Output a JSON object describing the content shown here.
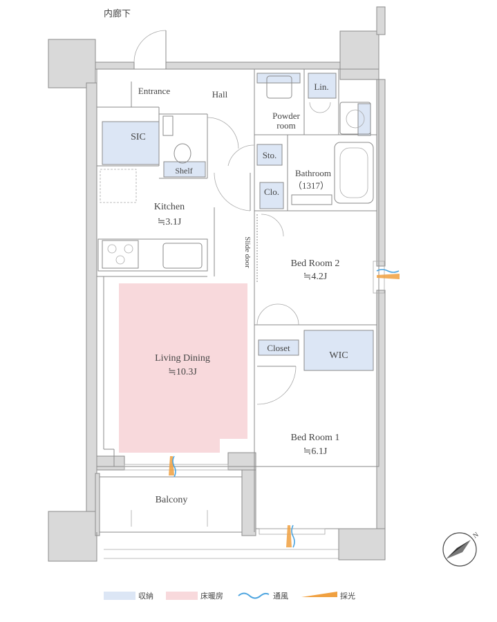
{
  "floorplan": {
    "corridor_label": "内廊下",
    "rooms": {
      "entrance": "Entrance",
      "hall": "Hall",
      "sic": "SIC",
      "shelf": "Shelf",
      "linen": "Lin.",
      "powder_line1": "Powder",
      "powder_line2": "room",
      "storage": "Sto.",
      "bathroom_line1": "Bathroom",
      "bathroom_line2": "（1317）",
      "closet_small": "Clo.",
      "kitchen": "Kitchen",
      "kitchen_area": "≒3.1J",
      "slide_door": "Slide door",
      "bedroom2": "Bed Room 2",
      "bedroom2_area": "≒4.2J",
      "living": "Living Dining",
      "living_area": "≒10.3J",
      "closet": "Closet",
      "wic": "WIC",
      "bedroom1": "Bed Room 1",
      "bedroom1_area": "≒6.1J",
      "balcony": "Balcony"
    }
  },
  "legend": [
    {
      "label": "収納",
      "color": "#dce6f5",
      "kind": "swatch"
    },
    {
      "label": "床暖房",
      "color": "#f8d9dc",
      "kind": "swatch"
    },
    {
      "label": "通風",
      "color": "#4aa3df",
      "kind": "wave"
    },
    {
      "label": "採光",
      "color": "#f0a040",
      "kind": "wedge"
    }
  ],
  "compass": {
    "label": "N"
  }
}
